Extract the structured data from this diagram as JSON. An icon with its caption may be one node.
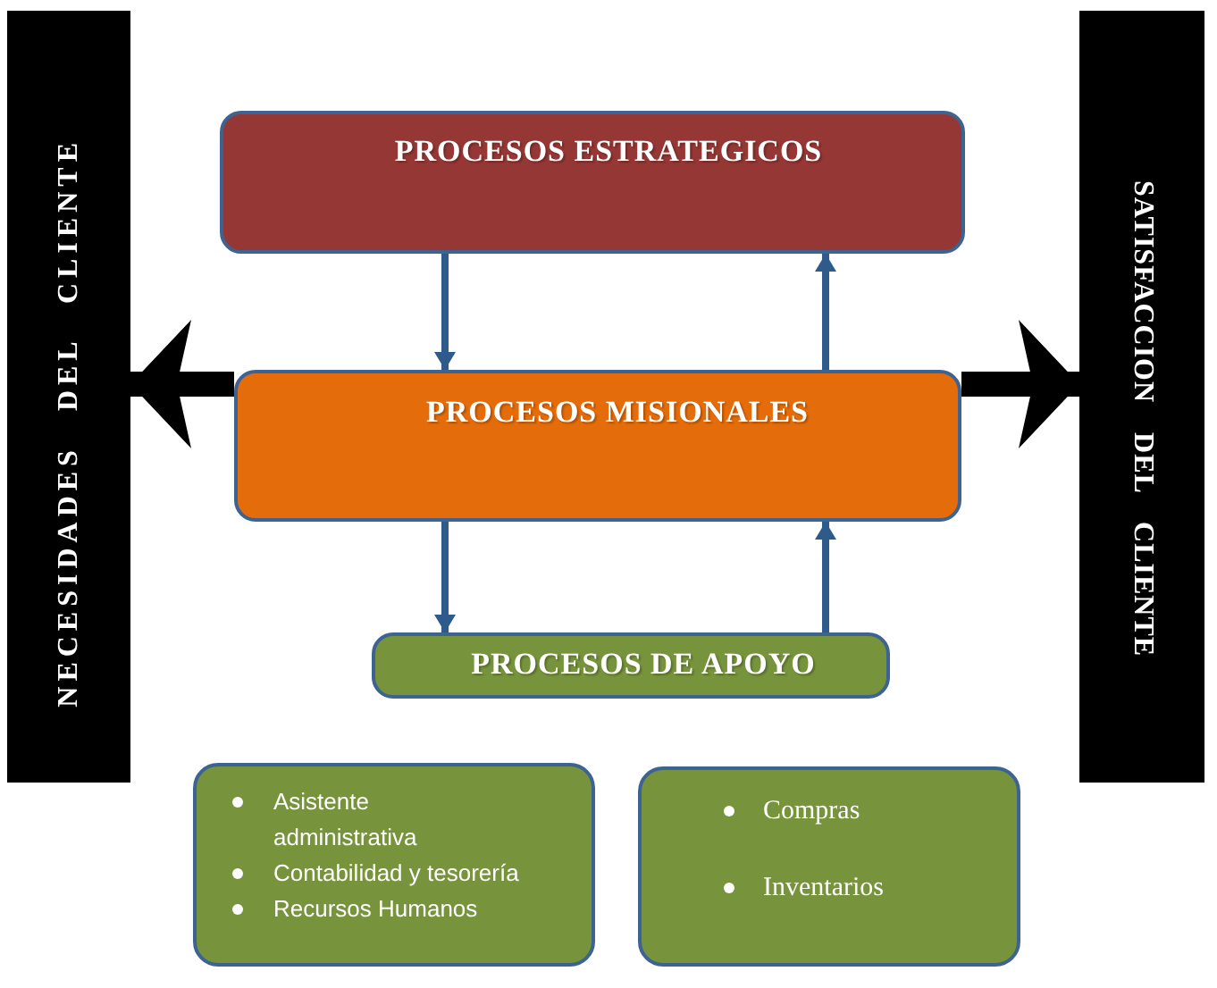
{
  "diagram": {
    "nodes": [
      {
        "text": [
          "NECESIDADES DEL CLIENTE"
        ]
      },
      {
        "text": [
          "PROCESOS ESTRATEGICOS"
        ]
      },
      {
        "text": [
          "PROCESOS MISIONALES"
        ]
      },
      {
        "text": [
          "PROCESOS DE APOYO"
        ]
      },
      {
        "text": [
          "Asistente administrativa",
          "Contabilidad y tesorería",
          "Recursos Humanos"
        ]
      },
      {
        "text": [
          "Compras",
          "Inventarios"
        ]
      },
      {
        "text": [
          "SATISFACCION DEL CLIENTE"
        ]
      }
    ],
    "edges": [
      {
        "from": 1,
        "to": 2,
        "arrow": "to"
      },
      {
        "from": 2,
        "to": 1,
        "arrow": "to"
      },
      {
        "from": 2,
        "to": 3,
        "arrow": "to"
      },
      {
        "from": 3,
        "to": 2,
        "arrow": "to"
      },
      {
        "from": 2,
        "to": 0,
        "arrow": "to",
        "style": "thick",
        "color": "#000000"
      },
      {
        "from": 2,
        "to": 6,
        "arrow": "to",
        "style": "thick",
        "color": "#000000"
      }
    ]
  }
}
